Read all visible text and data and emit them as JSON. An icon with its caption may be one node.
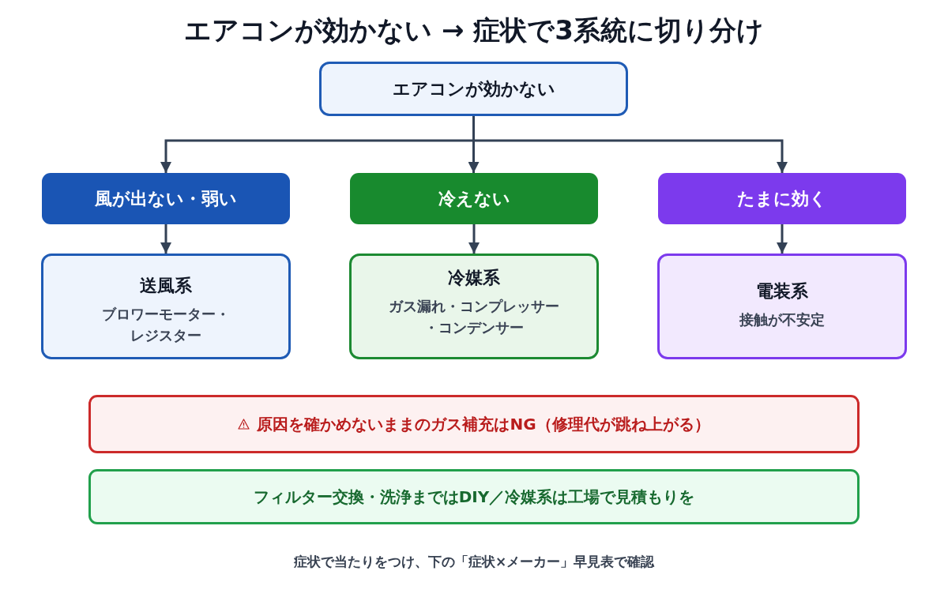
{
  "diagram": {
    "title": "エアコンが効かない → 症状で3系統に切り分け",
    "nodes": [
      {
        "text": [
          "エアコンが効かない"
        ]
      },
      {
        "text": [
          "風が出ない・弱い"
        ]
      },
      {
        "text": [
          "冷えない"
        ]
      },
      {
        "text": [
          "たまに効く"
        ]
      },
      {
        "text": [
          "送風系",
          "ブロワーモーター・レジスター"
        ]
      },
      {
        "text": [
          "冷媒系",
          "ガス漏れ・コンプレッサー・コンデンサー"
        ]
      },
      {
        "text": [
          "電装系",
          "接触が不安定"
        ]
      },
      {
        "text": [
          "原因を確かめないままのガス補充はNG（修理代が跳ね上がる）"
        ]
      },
      {
        "text": [
          "フィルター交換・洗浄まではDIY／冷媒系は工場で見積もりを"
        ]
      }
    ],
    "edges": [
      {
        "from": 0,
        "to": 1,
        "arrow": "to"
      },
      {
        "from": 0,
        "to": 2,
        "arrow": "to"
      },
      {
        "from": 0,
        "to": 3,
        "arrow": "to"
      },
      {
        "from": 1,
        "to": 4,
        "arrow": "to"
      },
      {
        "from": 2,
        "to": 5,
        "arrow": "to"
      },
      {
        "from": 3,
        "to": 6,
        "arrow": "to"
      }
    ],
    "caption": "症状で当たりをつけ、下の「症状×メーカー」早見表で確認"
  }
}
